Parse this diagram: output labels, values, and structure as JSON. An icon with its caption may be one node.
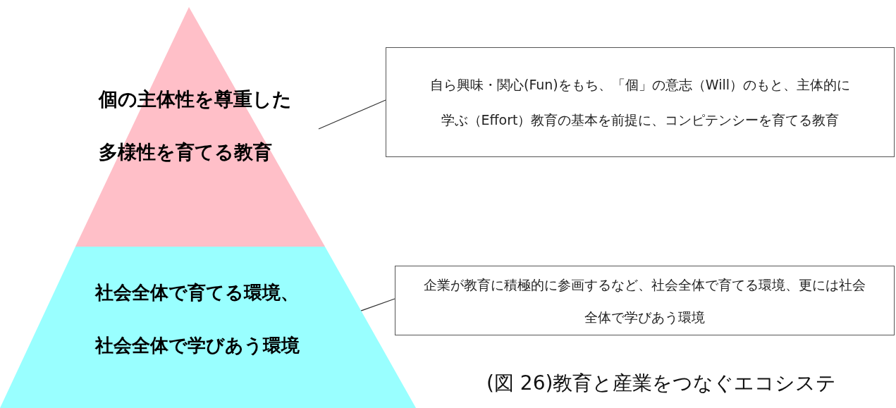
{
  "diagram": {
    "caption": "(図 26)教育と産業をつなぐエコシステ",
    "nodes": [
      {
        "text": [
          "個の主体性を尊重した多様性を育てる教育"
        ]
      },
      {
        "text": [
          "社会全体で育てる環境、社会全体で学びあう環境"
        ]
      },
      {
        "text": [
          "自ら興味・関心(Fun)をもち、「個」の意志（Will）のもと、主体的に学ぶ（Effort）教育の基本を前提に、コンピテンシーを育てる教育"
        ]
      },
      {
        "text": [
          "企業が教育に積極的に参画するなど、社会全体で育てる環境、更には社会全体で学びあう環境"
        ]
      }
    ],
    "edges": [
      {
        "from": 0,
        "to": 2,
        "arrow": "none"
      },
      {
        "from": 1,
        "to": 3,
        "arrow": "none"
      }
    ]
  }
}
